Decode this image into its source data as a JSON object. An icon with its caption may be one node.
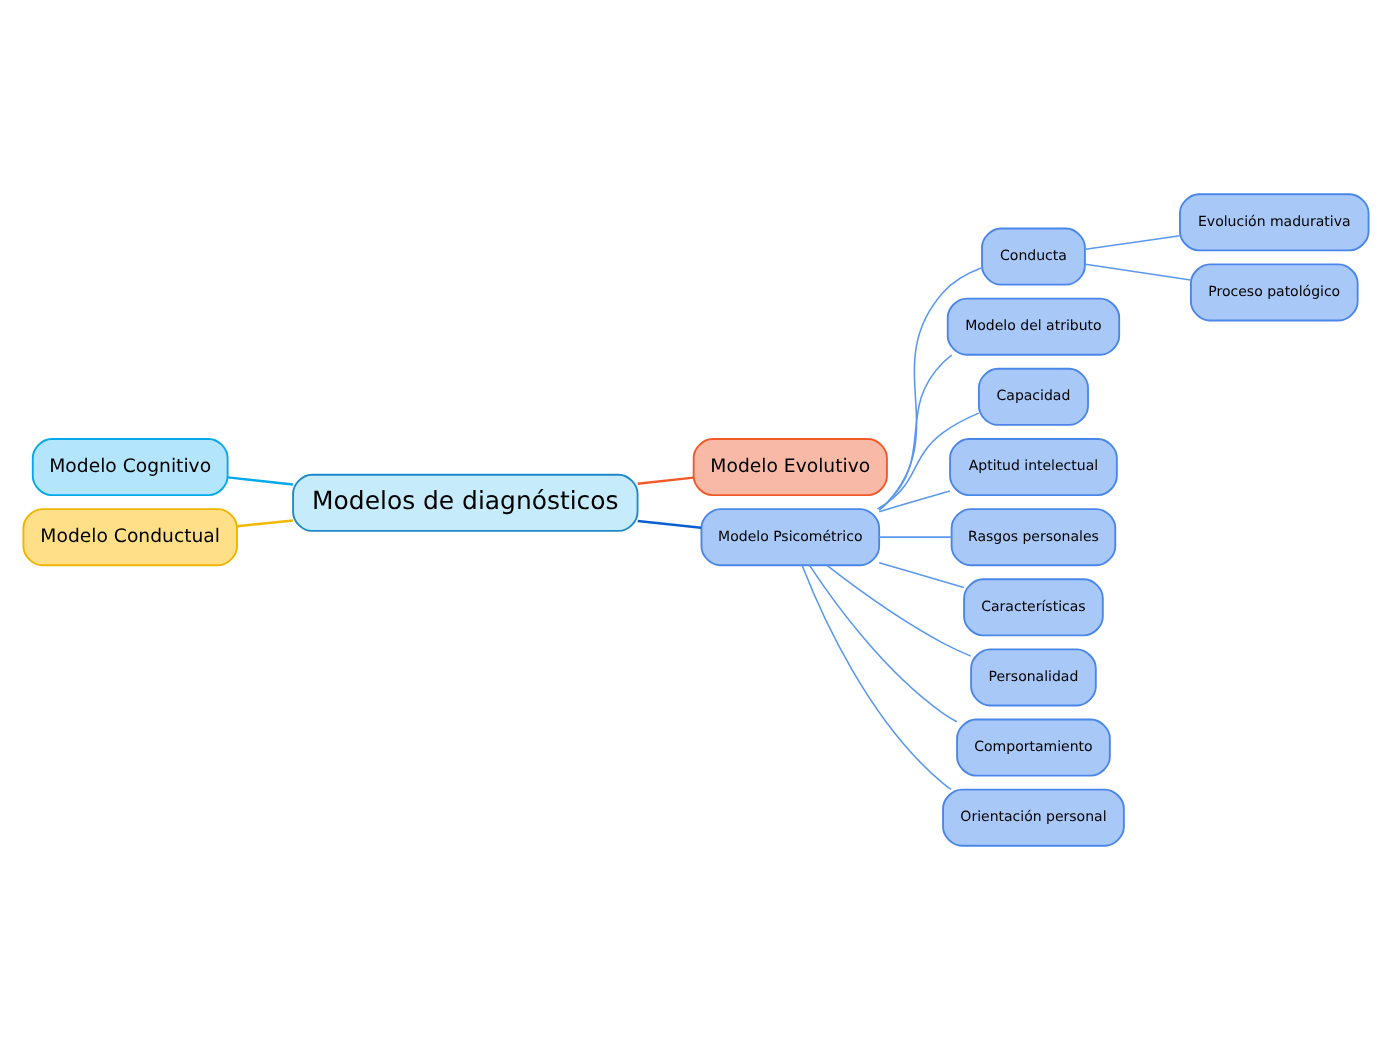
{
  "diagram": {
    "nodes": [
      {
        "text": [
          "Modelos de diagnósticos"
        ]
      },
      {
        "text": [
          "Modelo Cognitivo"
        ]
      },
      {
        "text": [
          "Modelo Conductual"
        ]
      },
      {
        "text": [
          "Modelo Evolutivo"
        ]
      },
      {
        "text": [
          "Modelo Psicométrico"
        ]
      },
      {
        "text": [
          "Conducta"
        ]
      },
      {
        "text": [
          "Evolución madurativa"
        ]
      },
      {
        "text": [
          "Proceso patológico"
        ]
      },
      {
        "text": [
          "Modelo del atributo"
        ]
      },
      {
        "text": [
          "Capacidad"
        ]
      },
      {
        "text": [
          "Aptitud intelectual"
        ]
      },
      {
        "text": [
          "Rasgos personales"
        ]
      },
      {
        "text": [
          "Características"
        ]
      },
      {
        "text": [
          "Personalidad"
        ]
      },
      {
        "text": [
          "Comportamiento"
        ]
      },
      {
        "text": [
          "Orientación personal"
        ]
      }
    ],
    "edges": [
      {
        "from": 0,
        "to": 1,
        "arrow": "none",
        "color": "#03a9e8"
      },
      {
        "from": 0,
        "to": 2,
        "arrow": "none",
        "color": "#f5b800"
      },
      {
        "from": 0,
        "to": 3,
        "arrow": "none",
        "color": "#f05a28"
      },
      {
        "from": 0,
        "to": 4,
        "arrow": "none",
        "color": "#0a5fd0"
      },
      {
        "from": 4,
        "to": 5,
        "arrow": "none"
      },
      {
        "from": 5,
        "to": 6,
        "arrow": "none"
      },
      {
        "from": 5,
        "to": 7,
        "arrow": "none"
      },
      {
        "from": 4,
        "to": 8,
        "arrow": "none"
      },
      {
        "from": 4,
        "to": 9,
        "arrow": "none"
      },
      {
        "from": 4,
        "to": 10,
        "arrow": "none"
      },
      {
        "from": 4,
        "to": 11,
        "arrow": "none"
      },
      {
        "from": 4,
        "to": 12,
        "arrow": "none"
      },
      {
        "from": 4,
        "to": 13,
        "arrow": "none"
      },
      {
        "from": 4,
        "to": 14,
        "arrow": "none"
      },
      {
        "from": 4,
        "to": 15,
        "arrow": "none"
      }
    ]
  }
}
